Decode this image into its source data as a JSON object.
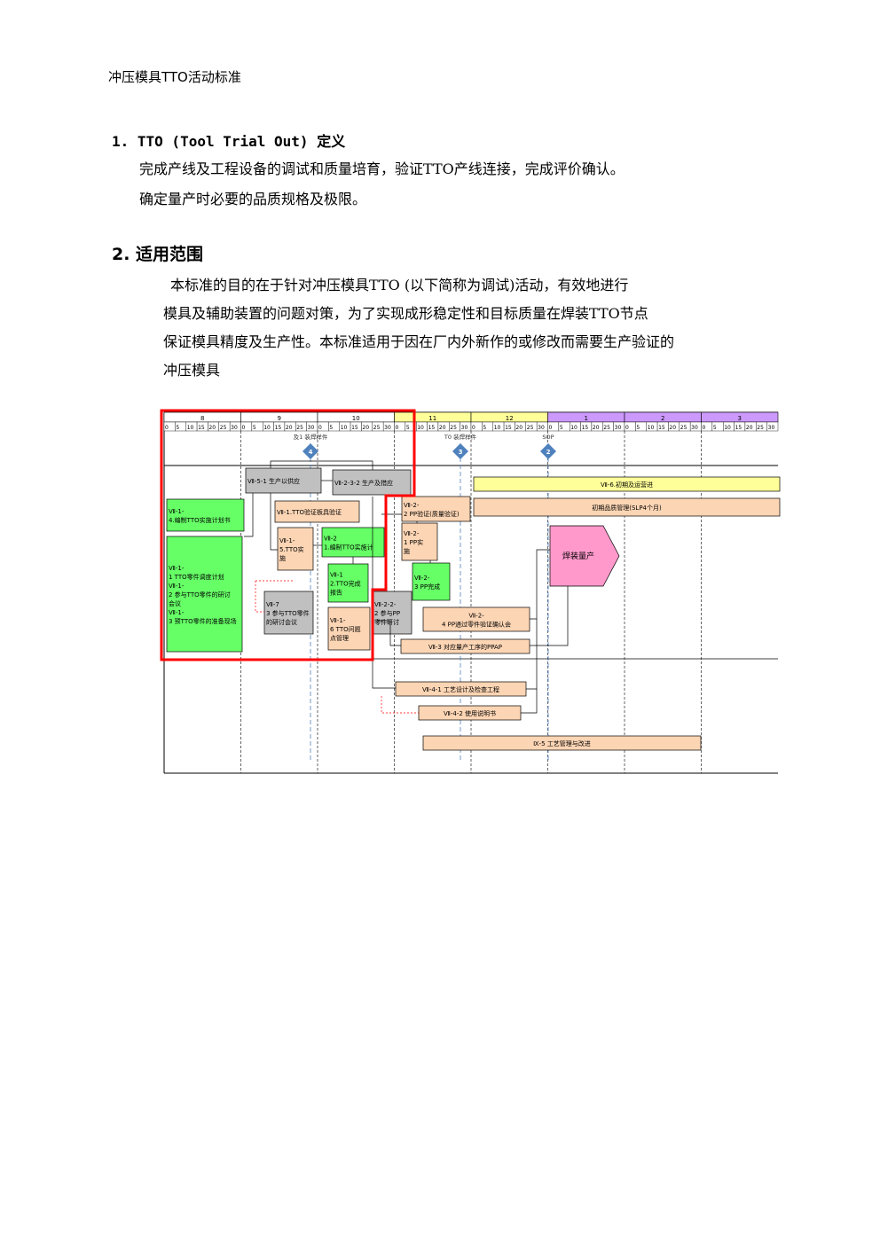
{
  "doc_title": "冲压模具TTO活动标准",
  "section1": {
    "heading": "1. TTO (Tool Trial Out) 定义",
    "lines": [
      "完成产线及工程设备的调试和质量培育，验证TTO产线连接，完成评价确认。",
      "确定量产时必要的品质规格及极限。"
    ]
  },
  "section2": {
    "heading": "2. 适用范围",
    "lines": [
      "本标准的目的在于针对冲压模具TTO (以下简称为调试)活动，有效地进行",
      "模具及辅助装置的问题对策，为了实现成形稳定性和目标质量在焊装TTO节点",
      "保证模具精度及生产性。本标准适用于因在厂内外新作的或修改而需要生产验证的",
      "冲压模具"
    ]
  },
  "diagram": {
    "months": [
      "8",
      "9",
      "10",
      "11",
      "12",
      "1",
      "2",
      "3"
    ],
    "days": [
      "0",
      "5",
      "10",
      "15",
      "20",
      "25",
      "30"
    ],
    "milestones": [
      {
        "num": "4",
        "label": "及1 装焊样件"
      },
      {
        "num": "3",
        "label": "T0 装焊样件"
      },
      {
        "num": "2",
        "label": "SOP"
      }
    ],
    "boxes": [
      {
        "id": "b1",
        "text": [
          "Ⅶ-5-1 生产以供应"
        ],
        "color": "#c0c0c0"
      },
      {
        "id": "b2",
        "text": [
          "Ⅶ-2-3-2 生产及措应"
        ],
        "color": "#c0c0c0"
      },
      {
        "id": "b3",
        "text": [
          "Ⅶ-6.初期及运营进"
        ],
        "color": "#ffff99"
      },
      {
        "id": "b4",
        "text": [
          "Ⅶ-1-",
          "4.编制TTO实施计划书"
        ],
        "color": "#66ff66"
      },
      {
        "id": "b5",
        "text": [
          "Ⅶ-1.TTO验证板具验证"
        ],
        "color": "#fcd5b4"
      },
      {
        "id": "b6",
        "text": [
          "Ⅶ-2-",
          "2 PP验证(质量验证)"
        ],
        "color": "#fcd5b4"
      },
      {
        "id": "b7",
        "text": [
          "初期品质管理(SLP4个月)"
        ],
        "color": "#fcd5b4"
      },
      {
        "id": "b8",
        "text": [
          "Ⅶ-1-",
          "1 TTO零件调度计划",
          "Ⅶ-1-",
          "2 参与TTO零件的研讨",
          "会议",
          "Ⅶ-1-",
          "3 预TTO零件的准备现场"
        ],
        "color": "#66ff66"
      },
      {
        "id": "b9",
        "text": [
          "Ⅶ-1-",
          "5.TTO实",
          "施"
        ],
        "color": "#fcd5b4"
      },
      {
        "id": "b10",
        "text": [
          "Ⅶ-2",
          "1.编制TTO实施计"
        ],
        "color": "#66ff66"
      },
      {
        "id": "b11",
        "text": [
          "Ⅶ-2-",
          "1 PP实",
          "施"
        ],
        "color": "#fcd5b4"
      },
      {
        "id": "b12",
        "text": [
          "焊装量产"
        ],
        "color": "#ff99cc"
      },
      {
        "id": "b13",
        "text": [
          "Ⅶ-1",
          "2.TTO完成",
          "报告"
        ],
        "color": "#66ff66"
      },
      {
        "id": "b14",
        "text": [
          "Ⅶ-2-",
          "3 PP完成"
        ],
        "color": "#66ff66"
      },
      {
        "id": "b15",
        "text": [
          "Ⅶ-7",
          "3 参与TTO零件",
          "的研讨会议"
        ],
        "color": "#c0c0c0"
      },
      {
        "id": "b16",
        "text": [
          "Ⅶ-2-2-",
          "2 参与PP",
          "零件研讨"
        ],
        "color": "#c0c0c0"
      },
      {
        "id": "b17",
        "text": [
          "Ⅶ-2-",
          "4 PP通过零件验证确认会"
        ],
        "color": "#fcd5b4"
      },
      {
        "id": "b18",
        "text": [
          "Ⅶ-1-",
          "6 TTO问题",
          "点管理"
        ],
        "color": "#fcd5b4"
      },
      {
        "id": "b19",
        "text": [
          "Ⅶ-3 对应量产工序的PPAP"
        ],
        "color": "#fcd5b4"
      },
      {
        "id": "b20",
        "text": [
          "Ⅶ-4-1 工艺设计及检查工程"
        ],
        "color": "#fcd5b4"
      },
      {
        "id": "b21",
        "text": [
          "Ⅶ-4-2 使用说明书"
        ],
        "color": "#fcd5b4"
      },
      {
        "id": "b22",
        "text": [
          "Ⅸ-5 工艺管理与改进"
        ],
        "color": "#fcd5b4"
      }
    ]
  },
  "colors": {
    "accent_red": "#ff0000",
    "milestone": "#4f81bd",
    "month_yellow": "#ffff99",
    "month_purple": "#cc99ff"
  }
}
